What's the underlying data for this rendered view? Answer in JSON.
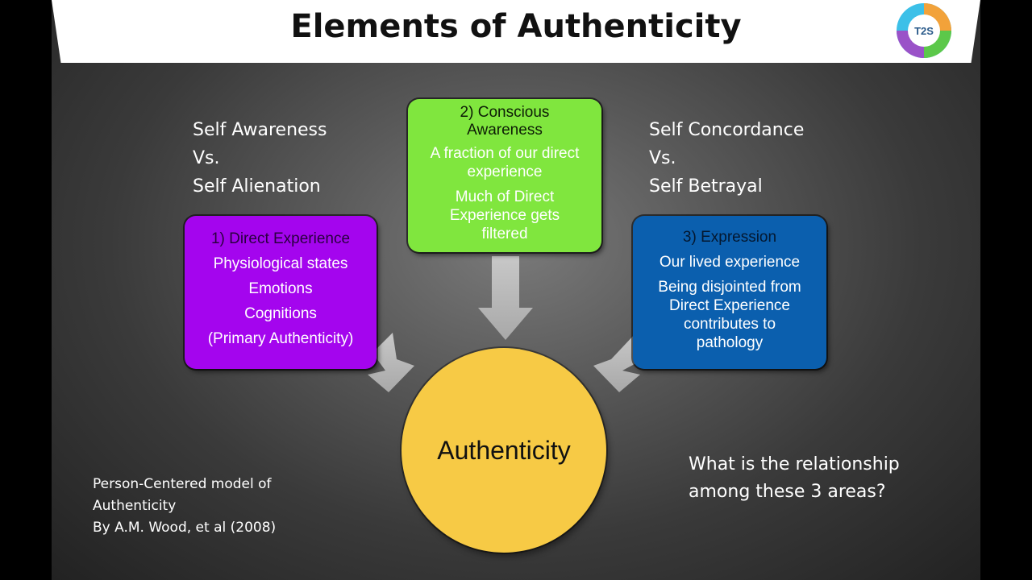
{
  "title": "Elements of Authenticity",
  "logo_text": "T2S",
  "left_heading": [
    "Self Awareness",
    "Vs.",
    "Self Alienation"
  ],
  "right_heading": [
    "Self Concordance",
    "Vs.",
    "Self Betrayal"
  ],
  "boxes": {
    "direct": {
      "title": "1) Direct Experience",
      "lines": [
        "Physiological states",
        "Emotions",
        "Cognitions",
        "(Primary Authenticity)"
      ],
      "color": "#a405ee"
    },
    "conscious": {
      "title": "2) Conscious Awareness",
      "lines": [
        "A fraction of our direct experience",
        "Much of Direct Experience gets filtered"
      ],
      "color": "#80e63e"
    },
    "expression": {
      "title": "3) Expression",
      "lines": [
        "Our lived experience",
        "Being disjointed from Direct Experience contributes to pathology"
      ],
      "color": "#0b5fae"
    }
  },
  "center": {
    "label": "Authenticity",
    "color": "#f7ca45"
  },
  "citation": [
    "Person-Centered model of",
    "Authenticity",
    "By A.M. Wood, et al (2008)"
  ],
  "question": [
    "What is the relationship",
    "among these 3 areas?"
  ]
}
